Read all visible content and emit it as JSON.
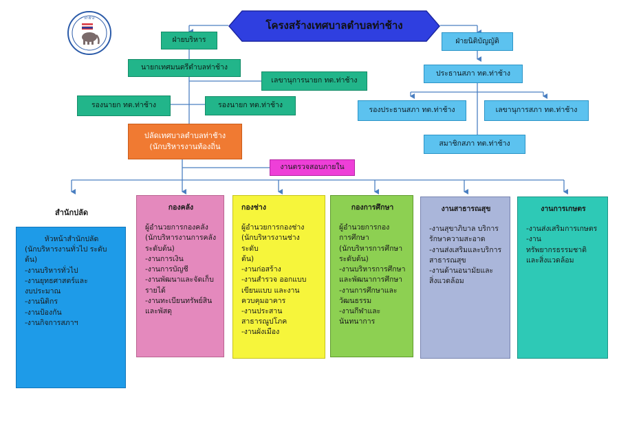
{
  "title": "โครงสร้างเทศบาลตำบลท่าช้าง",
  "logo": {
    "icon": "elephant-seal-emblem",
    "text": "เทศบาลตำบลท่าช้าง"
  },
  "executive": {
    "branch": "ฝ่ายบริหาร",
    "mayor": "นายกเทศมนตรีตำบลท่าช้าง",
    "secretary": "เลขานุการนายก ทต.ท่าช้าง",
    "deputy_1": "รองนายก ทต.ท่าช้าง",
    "deputy_2": "รองนายก ทต.ท่าช้าง",
    "clerk_line1": "ปลัดเทศบาลตำบลท่าช้าง",
    "clerk_line2": "(นักบริหารงานท้องถิ่น",
    "audit": "งานตรวจสอบภายใน"
  },
  "legislative": {
    "branch": "ฝ่ายนิติบัญญัติ",
    "president": "ประธานสภา ทต.ท่าช้าง",
    "vice_president": "รองประธานสภา ทต.ท่าช้าง",
    "secretary": "เลขานุการสภา ทต.ท่าช้าง",
    "member": "สมาชิกสภา ทต.ท่าช้าง"
  },
  "colors": {
    "title_fill": "#2f3fe0",
    "green": "#22b58a",
    "light_blue": "#5cc2ef",
    "orange": "#f07a32",
    "magenta": "#ee3fd8",
    "connector": "#4a7fc1"
  },
  "departments": [
    {
      "name": "สำนักปลัด",
      "color": "#1e9be8",
      "lines": [
        "หัวหน้าสำนักปลัด",
        "(นักบริหารงานทั่วไป ระดับ",
        "ต้น)",
        " -งานบริหารทั่วไป",
        "-งานยุทธศาสตร์และ",
        "งบประมาณ",
        "-งานนิติกร",
        "-งานป้องกัน",
        "-งานกิจการสภาฯ"
      ]
    },
    {
      "name": "กองคลัง",
      "color": "#e489bd",
      "lines": [
        "ผู้อำนวยการกองคลัง",
        "(นักบริหารงานการคลัง",
        "ระดับต้น)",
        "-งานการเงิน",
        "-งานการบัญชี",
        "-งานพัฒนาและจัดเก็บ",
        "รายได้",
        "-งานทะเบียนทรัพย์สิน",
        "และพัสดุ"
      ]
    },
    {
      "name": "กองช่าง",
      "color": "#f6f53b",
      "lines": [
        "ผู้อำนวยการกองช่าง",
        "(นักบริหารงานช่าง ระดับ",
        "ต้น)",
        " -งานก่อสร้าง",
        "-งานสำรวจ ออกแบบ",
        "เขียนแบบ และงาน",
        "ควบคุมอาคาร",
        "-งานประสาน",
        "สาธารณูปโภค",
        "-งานผังเมือง"
      ]
    },
    {
      "name": "กองการศึกษา",
      "color": "#8dd052",
      "lines": [
        "ผู้อำนวยการกอง",
        "การศึกษา",
        "(นักบริหารการศึกษา",
        "ระดับต้น)",
        "-งานบริหารการศึกษา",
        "และพัฒนาการศึกษา",
        "-งานการศึกษาและ",
        "วัฒนธรรม",
        "-งานกีฬาและ",
        "นันทนาการ"
      ]
    },
    {
      "name": "งานสาธารณสุข",
      "color": "#aab6da",
      "lines": [
        "-งานสุขาภิบาล บริการ",
        "รักษาความสะอาด",
        "-งานส่งเสริมและบริการ",
        "สาธารณสุข",
        "-งานด้านอนามัยและ",
        "สิ่งแวดล้อม"
      ]
    },
    {
      "name": "งานการเกษตร",
      "color": "#2ec9b6",
      "lines": [
        "-งานส่งเสริมการเกษตร",
        "-งานทรัพยากรธรรมชาติ",
        "และสิ่งแวดล้อม"
      ]
    }
  ]
}
